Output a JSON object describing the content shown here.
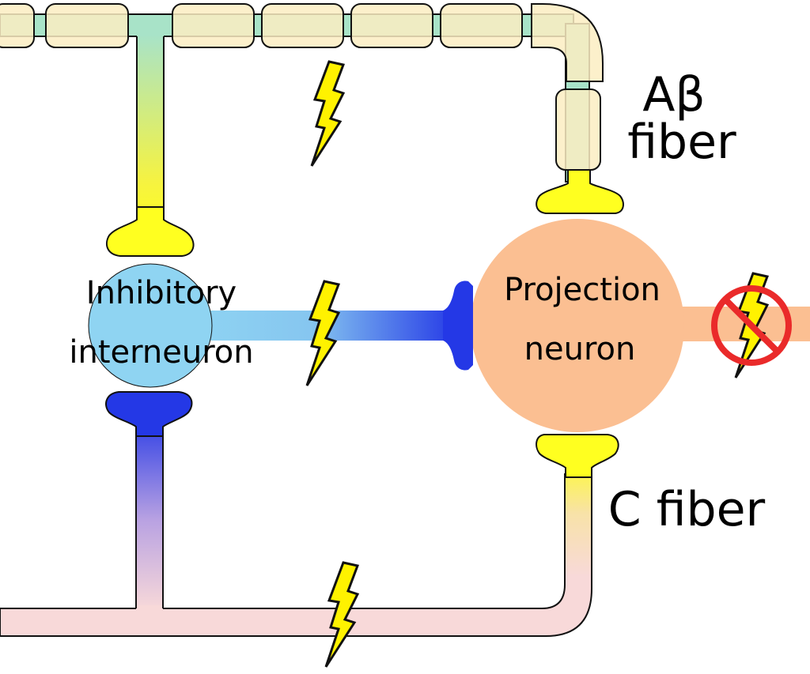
{
  "labels": {
    "inhibitory_line1": "Inhibitory",
    "inhibitory_line2": "interneuron",
    "projection_line1": "Projection",
    "projection_line2": "neuron",
    "abeta_line1": "Aβ",
    "abeta_line2": "fiber",
    "c_fiber": "C fiber"
  },
  "colors": {
    "abeta_axon": "#a8e3c8",
    "myelin": "#fbedc2",
    "excitatory_terminal": "#ffff20",
    "inhibitory_soma": "#8fd4f2",
    "inhibitory_terminal": "#2438e6",
    "projection_soma": "#fbbf92",
    "c_fiber_axon": "#f8d9d9",
    "lightning": "#fff200",
    "block_sign": "#ea2a2a"
  },
  "icons": {
    "lightning": "lightning-bolt-icon",
    "blocked": "no-signal-icon"
  }
}
